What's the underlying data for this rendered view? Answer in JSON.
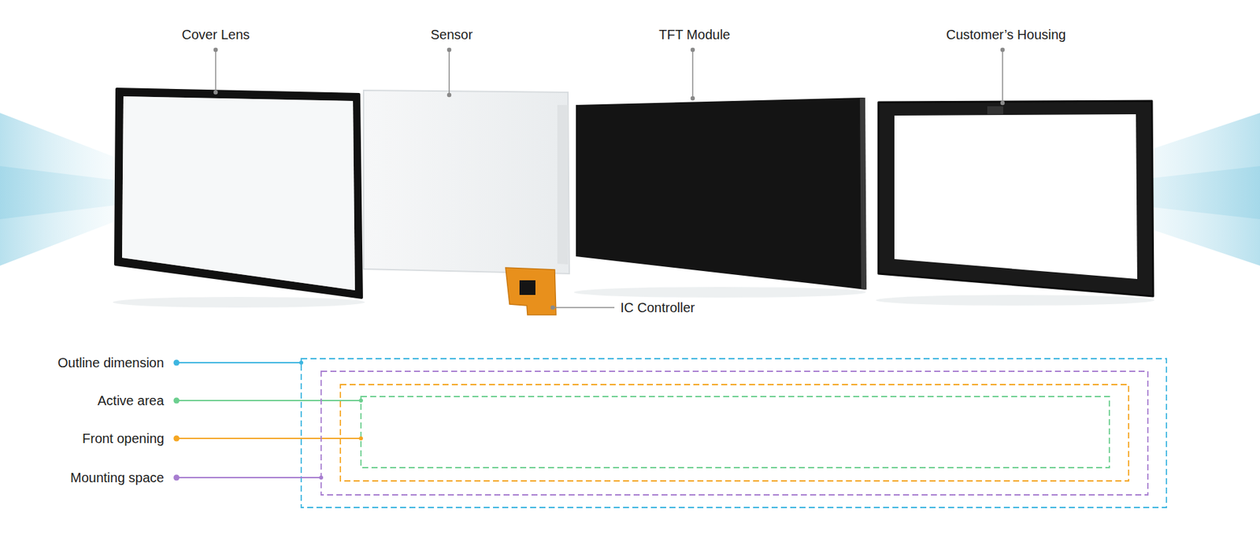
{
  "diagram": {
    "labels": [
      "Cover Lens",
      "Sensor",
      "TFT Module",
      "Customer’s Housing",
      "IC Controller"
    ],
    "legend": [
      {
        "text": "Outline dimension",
        "color": "#3db5e0"
      },
      {
        "text": "Active area",
        "color": "#6ccf8f"
      },
      {
        "text": "Front opening",
        "color": "#f5a623"
      },
      {
        "text": "Mounting space",
        "color": "#a77dd0"
      }
    ]
  }
}
